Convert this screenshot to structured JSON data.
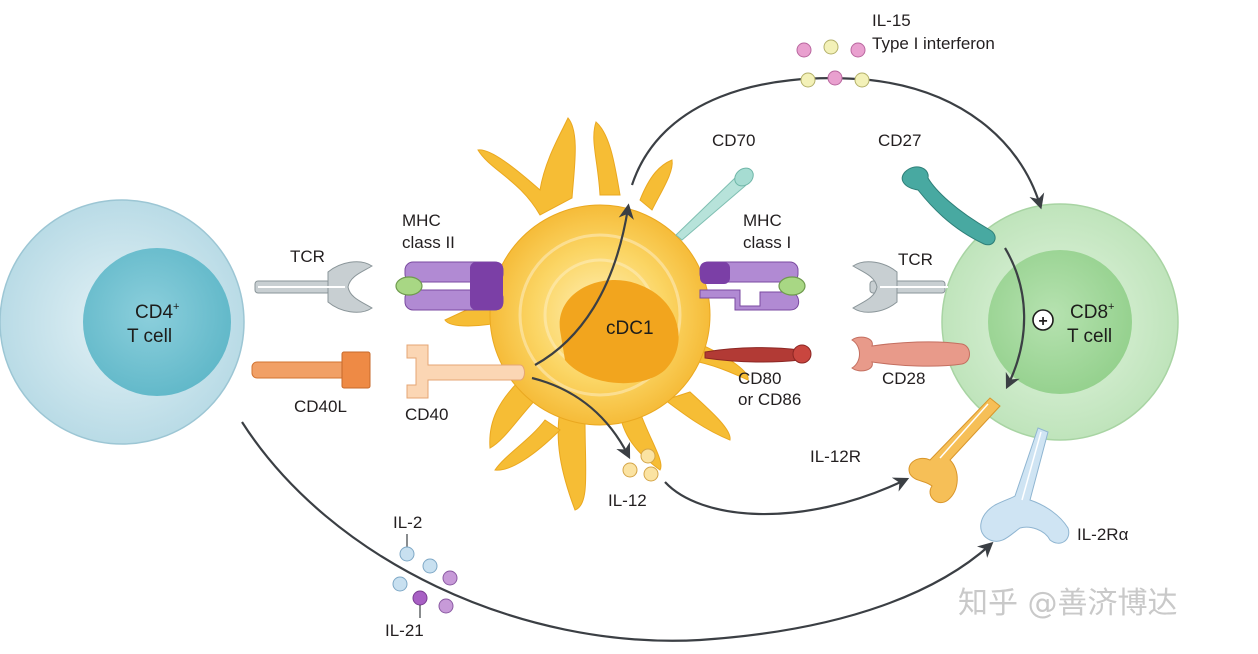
{
  "diagram": {
    "cells": {
      "cd4": {
        "name": "CD4",
        "sup": "+",
        "line2": "T cell"
      },
      "cdc1": {
        "name": "cDC1"
      },
      "cd8": {
        "name": "CD8",
        "sup": "+",
        "line2": "T cell",
        "sign": "+"
      }
    },
    "labels": {
      "tcr_left": "TCR",
      "mhc2_line1": "MHC",
      "mhc2_line2": "class II",
      "cd40l": "CD40L",
      "cd40": "CD40",
      "cd70": "CD70",
      "mhc1_line1": "MHC",
      "mhc1_line2": "class I",
      "tcr_right": "TCR",
      "cd27": "CD27",
      "cd80_line1": "CD80",
      "cd80_line2": "or CD86",
      "cd28": "CD28",
      "il15_line1": "IL-15",
      "il15_line2": "Type I interferon",
      "il12": "IL-12",
      "il12r": "IL-12R",
      "il2": "IL-2",
      "il21": "IL-21",
      "il2ra": "IL-2Rα"
    },
    "watermark": "知乎 @善济博达",
    "colors": {
      "cd4_cell": "#bfdde8",
      "cd8_cell": "#c4e6c2",
      "cdc1_cell": "#f8c94a",
      "mhc": "#8e5bb5",
      "antigen": "#9ccc7b",
      "cd40l": "#ee8a45",
      "cd70": "#a6dcd2",
      "cd27": "#48a9a1",
      "cd80": "#b23a35",
      "cd28": "#e89a8a",
      "il12r": "#f6bf57",
      "il2ra": "#bcd9ec",
      "arrow": "#3b3f44"
    }
  }
}
